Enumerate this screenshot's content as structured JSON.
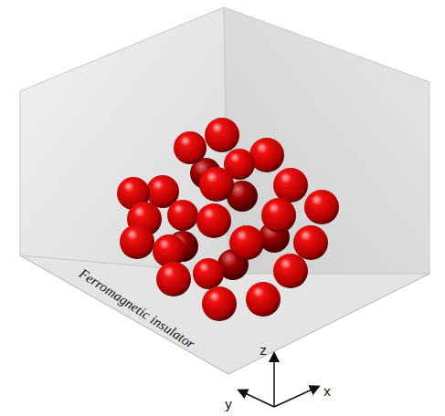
{
  "diagram": {
    "labels": [
      "Ferromagnetic insulator",
      "z",
      "y",
      "x"
    ]
  }
}
